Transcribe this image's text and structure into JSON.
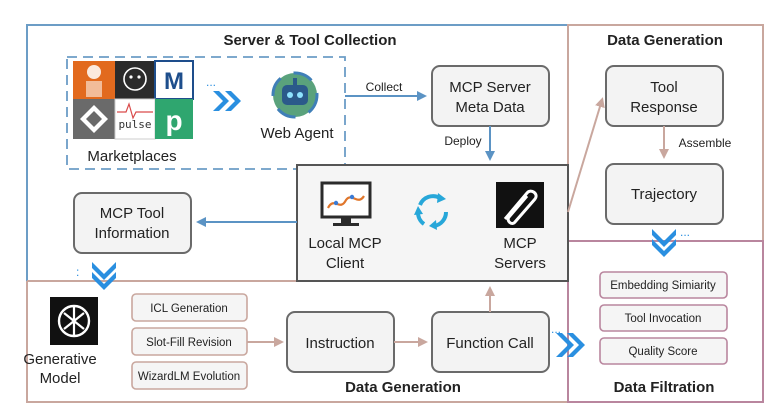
{
  "sections": {
    "server_tool_collection": "Server & Tool Collection",
    "data_generation_top": "Data Generation",
    "data_generation_bottom": "Data Generation",
    "data_filtration": "Data Filtration"
  },
  "collection": {
    "marketplaces_label": "Marketplaces",
    "pulse_logo_text": "pulse",
    "m_logo_text": "M",
    "p_logo_text": "p",
    "web_agent_label": "Web Agent",
    "collect_label": "Collect",
    "meta_data_line1": "MCP Server",
    "meta_data_line2": "Meta Data",
    "deploy_label": "Deploy",
    "tool_info_line1": "MCP Tool",
    "tool_info_line2": "Information"
  },
  "mcp": {
    "client_line1": "Local MCP",
    "client_line2": "Client",
    "servers_line1": "MCP",
    "servers_line2": "Servers"
  },
  "generation": {
    "tool_response_line1": "Tool",
    "tool_response_line2": "Response",
    "assemble_label": "Assemble",
    "trajectory_label": "Trajectory",
    "generative_model_line1": "Generative",
    "generative_model_line2": "Model",
    "methods": [
      "ICL Generation",
      "Slot-Fill Revision",
      "WizardLM Evolution"
    ],
    "instruction_label": "Instruction",
    "function_call_label": "Function Call"
  },
  "filtration": {
    "items": [
      "Embedding Simiarity",
      "Tool Invocation",
      "Quality Score"
    ]
  },
  "colors": {
    "blue_border": "#6c9dc6",
    "pink_border": "#c9a79e",
    "filtration_border": "#b9869e",
    "arrow_blue": "#5b93c4",
    "arrow_pink": "#c9a79e",
    "node_border": "#6a6a6a",
    "chevron_blue": "#2a8fe0"
  },
  "icons": [
    "chevron-right-double-icon",
    "robot-icon",
    "openai-logo-icon",
    "paperclip-logo-icon",
    "refresh-cycle-icon",
    "monitor-icon"
  ]
}
